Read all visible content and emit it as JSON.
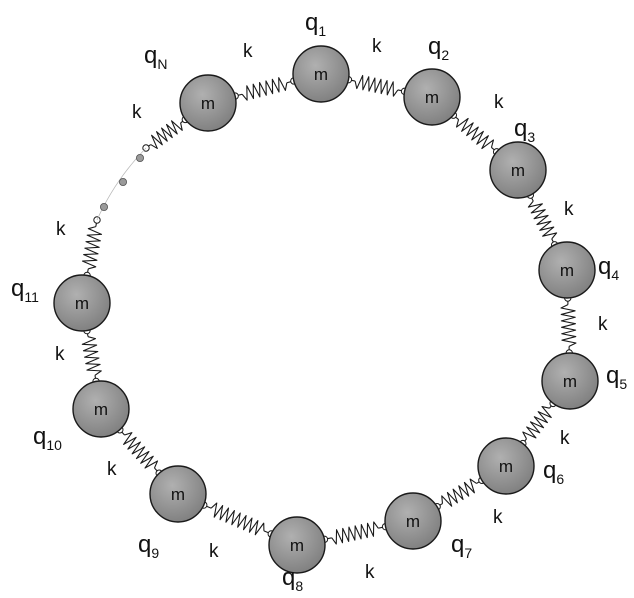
{
  "diagram": {
    "mass_label": "m",
    "spring_label": "k",
    "position_symbol": "q",
    "mass_color": "#8a8a8a",
    "masses": [
      {
        "id": "1",
        "label": "m",
        "q_base": "q",
        "q_sub": "1"
      },
      {
        "id": "2",
        "label": "m",
        "q_base": "q",
        "q_sub": "2"
      },
      {
        "id": "3",
        "label": "m",
        "q_base": "q",
        "q_sub": "3"
      },
      {
        "id": "4",
        "label": "m",
        "q_base": "q",
        "q_sub": "4"
      },
      {
        "id": "5",
        "label": "m",
        "q_base": "q",
        "q_sub": "5"
      },
      {
        "id": "6",
        "label": "m",
        "q_base": "q",
        "q_sub": "6"
      },
      {
        "id": "7",
        "label": "m",
        "q_base": "q",
        "q_sub": "7"
      },
      {
        "id": "8",
        "label": "m",
        "q_base": "q",
        "q_sub": "8"
      },
      {
        "id": "9",
        "label": "m",
        "q_base": "q",
        "q_sub": "9"
      },
      {
        "id": "10",
        "label": "m",
        "q_base": "q",
        "q_sub": "10"
      },
      {
        "id": "11",
        "label": "m",
        "q_base": "q",
        "q_sub": "11"
      },
      {
        "id": "N",
        "label": "m",
        "q_base": "q",
        "q_sub": "N"
      }
    ],
    "springs": [
      {
        "label": "k"
      },
      {
        "label": "k"
      },
      {
        "label": "k"
      },
      {
        "label": "k"
      },
      {
        "label": "k"
      },
      {
        "label": "k"
      },
      {
        "label": "k"
      },
      {
        "label": "k"
      },
      {
        "label": "k"
      },
      {
        "label": "k"
      },
      {
        "label": "k"
      },
      {
        "label": "k"
      }
    ]
  }
}
